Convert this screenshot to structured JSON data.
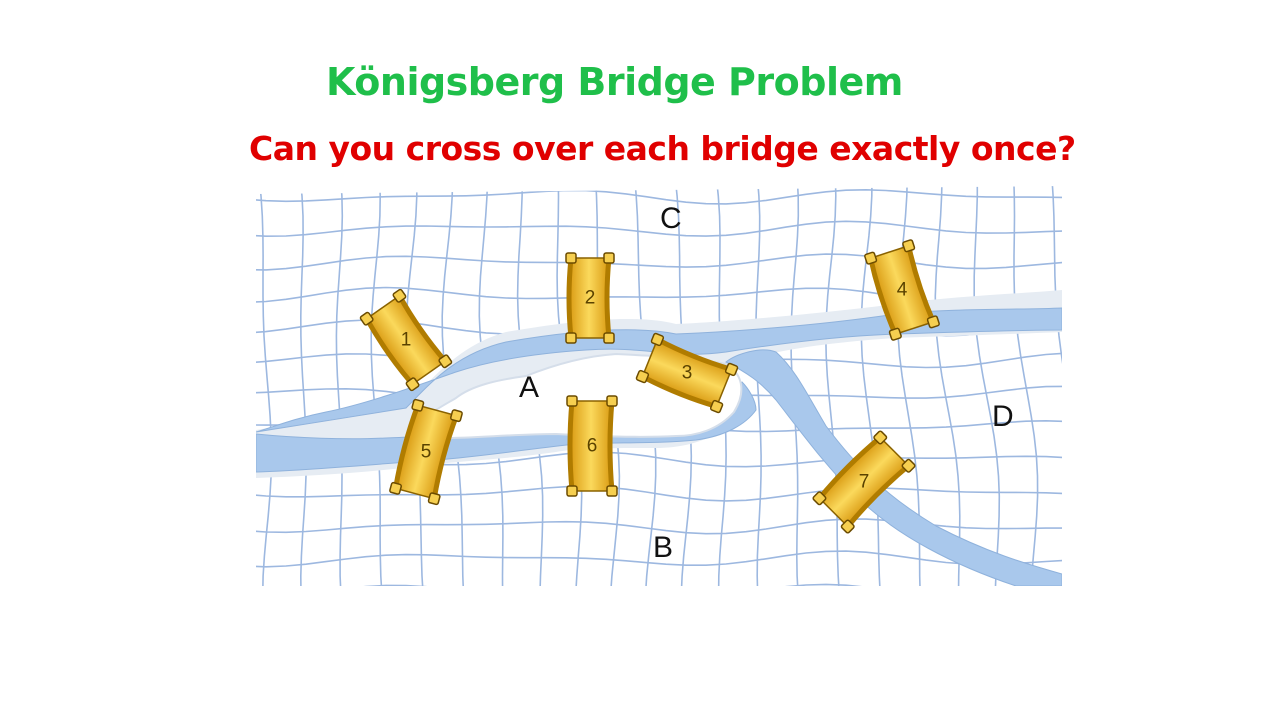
{
  "header": {
    "title": "Königsberg Bridge Problem",
    "question": "Can you cross over each bridge exactly once?"
  },
  "landmasses": [
    {
      "id": "A",
      "label": "A"
    },
    {
      "id": "B",
      "label": "B"
    },
    {
      "id": "C",
      "label": "C"
    },
    {
      "id": "D",
      "label": "D"
    }
  ],
  "bridges": [
    {
      "id": 1,
      "label": "1"
    },
    {
      "id": 2,
      "label": "2"
    },
    {
      "id": 3,
      "label": "3"
    },
    {
      "id": 4,
      "label": "4"
    },
    {
      "id": 5,
      "label": "5"
    },
    {
      "id": 6,
      "label": "6"
    },
    {
      "id": 7,
      "label": "7"
    }
  ],
  "colors": {
    "title": "#1fbf4a",
    "question": "#e00000",
    "river": "#a9c8ec",
    "grid": "#9db8e0",
    "bridge": "#f2c23a"
  }
}
